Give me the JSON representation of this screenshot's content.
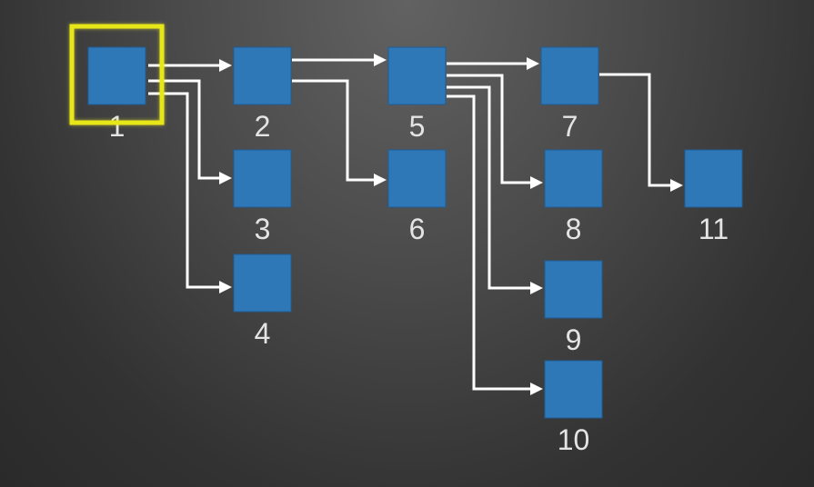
{
  "highlight_color": "#e6e619",
  "node_color": "#2f78b8",
  "edge_color": "#ffffff",
  "nodes": [
    {
      "id": "1",
      "label": "1",
      "highlighted": true
    },
    {
      "id": "2",
      "label": "2"
    },
    {
      "id": "3",
      "label": "3"
    },
    {
      "id": "4",
      "label": "4"
    },
    {
      "id": "5",
      "label": "5"
    },
    {
      "id": "6",
      "label": "6"
    },
    {
      "id": "7",
      "label": "7"
    },
    {
      "id": "8",
      "label": "8"
    },
    {
      "id": "9",
      "label": "9"
    },
    {
      "id": "10",
      "label": "10"
    },
    {
      "id": "11",
      "label": "11"
    }
  ],
  "edges": [
    {
      "from": "1",
      "to": "2"
    },
    {
      "from": "1",
      "to": "3"
    },
    {
      "from": "1",
      "to": "4"
    },
    {
      "from": "2",
      "to": "5"
    },
    {
      "from": "2",
      "to": "6"
    },
    {
      "from": "5",
      "to": "7"
    },
    {
      "from": "5",
      "to": "8"
    },
    {
      "from": "5",
      "to": "9"
    },
    {
      "from": "5",
      "to": "10"
    },
    {
      "from": "7",
      "to": "11"
    }
  ]
}
